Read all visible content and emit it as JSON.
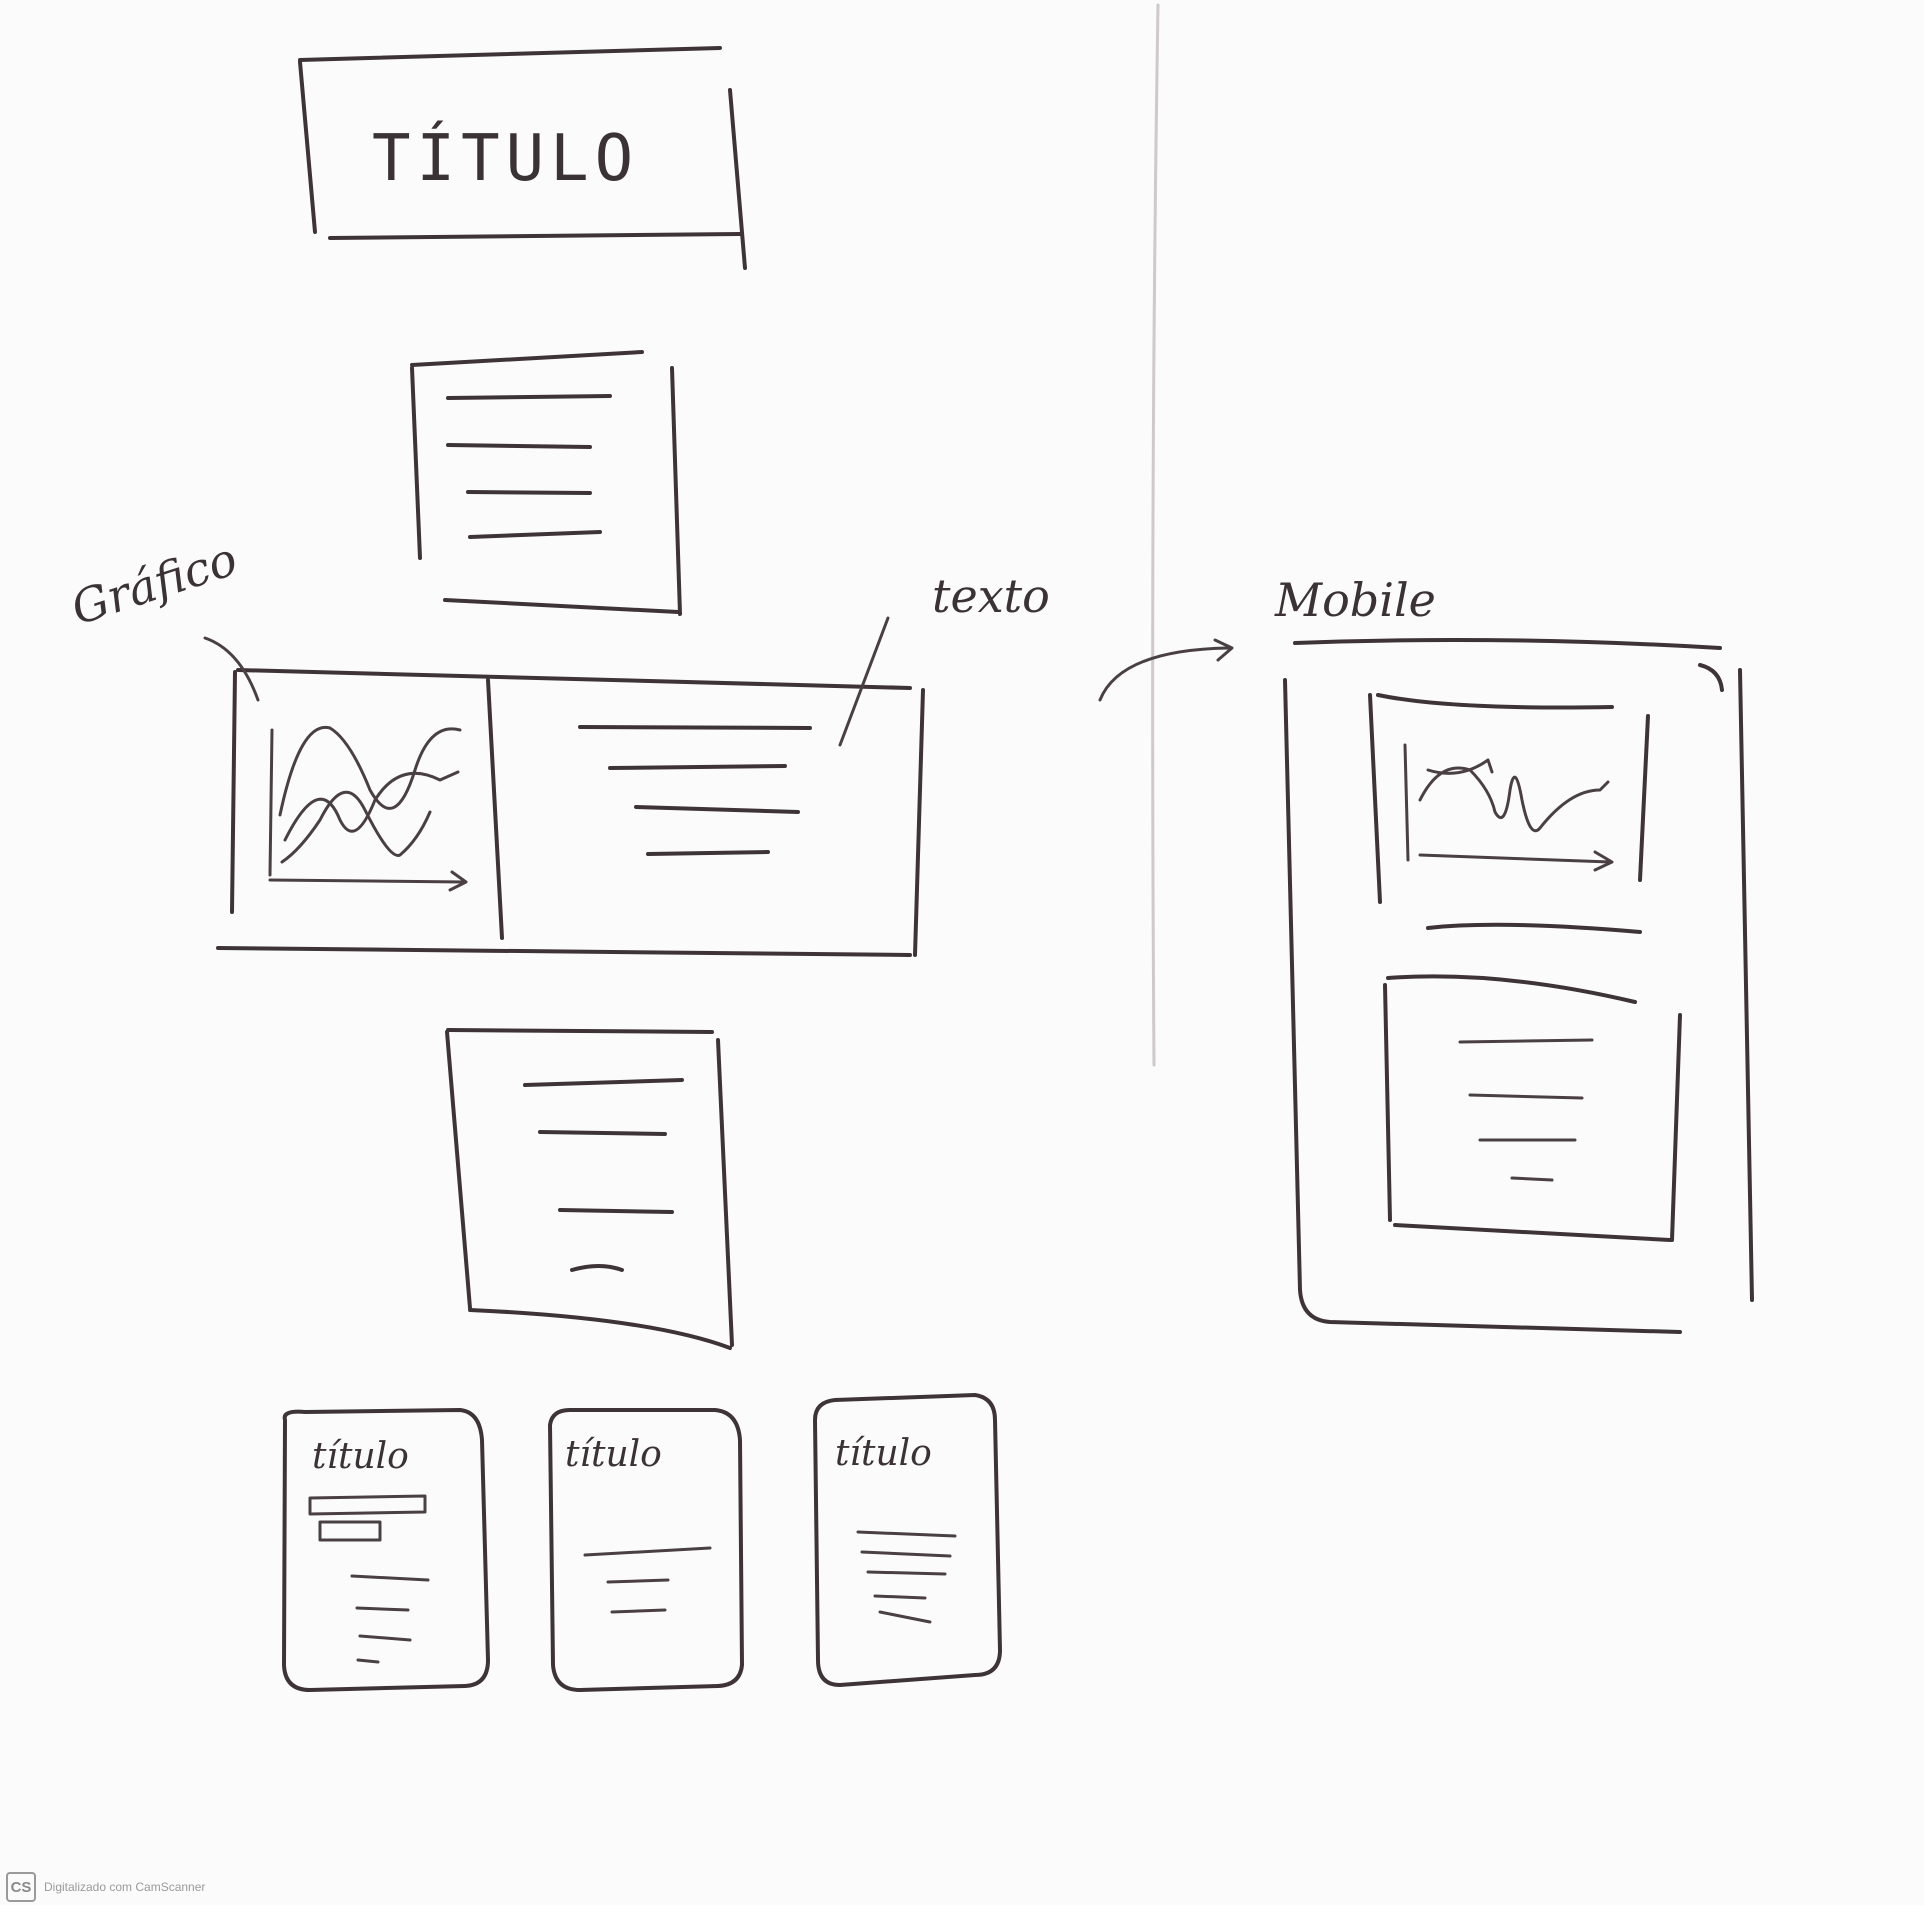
{
  "labels": {
    "title": "TÍTULO",
    "grafico": "Gráfico",
    "texto": "texto",
    "mobile": "Mobile"
  },
  "cards": [
    "título",
    "título",
    "título"
  ],
  "watermark": {
    "logo": "CS",
    "text": "Digitalizado com CamScanner"
  }
}
